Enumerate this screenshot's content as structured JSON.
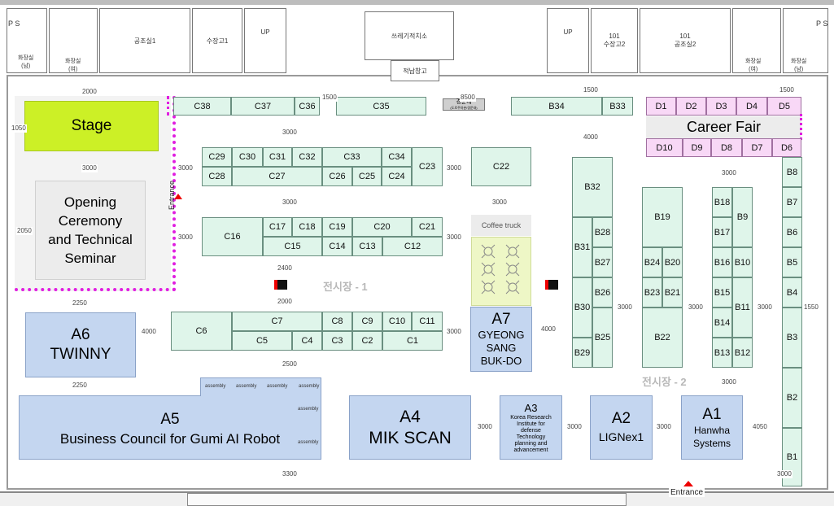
{
  "rooms": {
    "workshop1": "공조실1",
    "water_tank1": "수장고1",
    "up1": "UP",
    "trash": "쓰레기적치소",
    "freight": "적납창고",
    "up2": "UP",
    "room101_label": "101",
    "water_tank2": "수장고2",
    "room101b_label": "101",
    "workshop2": "공조실2",
    "restroom_m": "화장실\n(남)",
    "restroom_f": "화장실\n(여)",
    "restroom_f2": "화장실\n(여)",
    "restroom_m2": "화장실\n(남)",
    "ps": "P S",
    "guard": "경운대",
    "guard_sub": "(도로주차분/경운대)"
  },
  "halls": {
    "hall1": "전시장 - 1",
    "hall2": "전시장 - 2"
  },
  "entrances": {
    "left": "Entrance",
    "bottom": "Entrance"
  },
  "stage": {
    "label": "Stage"
  },
  "seminar": {
    "line1": "Opening",
    "line2": "Ceremony",
    "line3": "and Technical",
    "line4": "Seminar"
  },
  "career_fair": {
    "label": "Career Fair"
  },
  "coffee_truck": {
    "label": "Coffee truck"
  },
  "a_booths": {
    "a7": {
      "code": "A7",
      "l1": "GYEONG",
      "l2": "SANG",
      "l3": "BUK-DO"
    },
    "a6": {
      "code": "A6",
      "name": "TWINNY"
    },
    "a5": {
      "code": "A5",
      "name": "Business Council for Gumi AI Robot"
    },
    "a4": {
      "code": "A4",
      "name": "MIK SCAN"
    },
    "a3": {
      "code": "A3",
      "l1": "Korea Research",
      "l2": "Institute for",
      "l3": "defense",
      "l4": "Technology",
      "l5": "planning and",
      "l6": "advancement"
    },
    "a2": {
      "code": "A2",
      "name": "LIGNex1"
    },
    "a1": {
      "code": "A1",
      "l1": "Hanwha",
      "l2": "Systems"
    }
  },
  "assembly": "assembly",
  "booths": {
    "c38": "C38",
    "c37": "C37",
    "c36": "C36",
    "c35": "C35",
    "b34": "B34",
    "b33": "B33",
    "c29": "C29",
    "c30": "C30",
    "c31": "C31",
    "c32": "C32",
    "c33": "C33",
    "c34": "C34",
    "c23": "C23",
    "c28": "C28",
    "c27": "C27",
    "c26": "C26",
    "c25": "C25",
    "c24": "C24",
    "c22": "C22",
    "c16": "C16",
    "c17": "C17",
    "c18": "C18",
    "c19": "C19",
    "c20": "C20",
    "c21": "C21",
    "c15": "C15",
    "c14": "C14",
    "c13": "C13",
    "c12": "C12",
    "c6": "C6",
    "c7": "C7",
    "c8": "C8",
    "c9": "C9",
    "c10": "C10",
    "c11": "C11",
    "c5": "C5",
    "c4": "C4",
    "c3": "C3",
    "c2": "C2",
    "c1": "C1",
    "b32": "B32",
    "b31": "B31",
    "b28": "B28",
    "b27": "B27",
    "b30": "B30",
    "b26": "B26",
    "b29": "B29",
    "b25": "B25",
    "b19": "B19",
    "b24": "B24",
    "b20": "B20",
    "b23": "B23",
    "b21": "B21",
    "b22": "B22",
    "b18": "B18",
    "b9": "B9",
    "b17": "B17",
    "b16": "B16",
    "b10": "B10",
    "b15": "B15",
    "b11": "B11",
    "b14": "B14",
    "b13": "B13",
    "b12": "B12",
    "b8": "B8",
    "b7": "B7",
    "b6": "B6",
    "b5": "B5",
    "b4": "B4",
    "b3": "B3",
    "b2": "B2",
    "b1": "B1",
    "d1": "D1",
    "d2": "D2",
    "d3": "D3",
    "d4": "D4",
    "d5": "D5",
    "d10": "D10",
    "d9": "D9",
    "d8": "D8",
    "d7": "D7",
    "d6": "D6"
  },
  "dims": {
    "d2000a": "2000",
    "d1500a": "1500",
    "d8500": "8500",
    "d1500b": "1500",
    "d1500c": "1500",
    "d1050": "1050",
    "d3000a": "3000",
    "d3000b": "3000",
    "d3000c": "3000",
    "d3000d": "3000",
    "d3000e": "3000",
    "d3000f": "3000",
    "d2050": "2050",
    "d3000g": "3000",
    "d3000h": "3000",
    "d2400": "2400",
    "d2000b": "2000",
    "d2250a": "2250",
    "d4000a": "4000",
    "d3000i": "3000",
    "d4000b": "4000",
    "d3000j": "3000",
    "d3000k": "3000",
    "d3000l": "3000",
    "d1550": "1550",
    "d2500": "2500",
    "d2250b": "2250",
    "d3000m": "3000",
    "d3000n": "3000",
    "d3000o": "3000",
    "d4050": "4050",
    "d3300": "3300",
    "d3000p": "3000",
    "d4000c": "4000",
    "d3000q": "3000",
    "d3000r": "3000"
  }
}
